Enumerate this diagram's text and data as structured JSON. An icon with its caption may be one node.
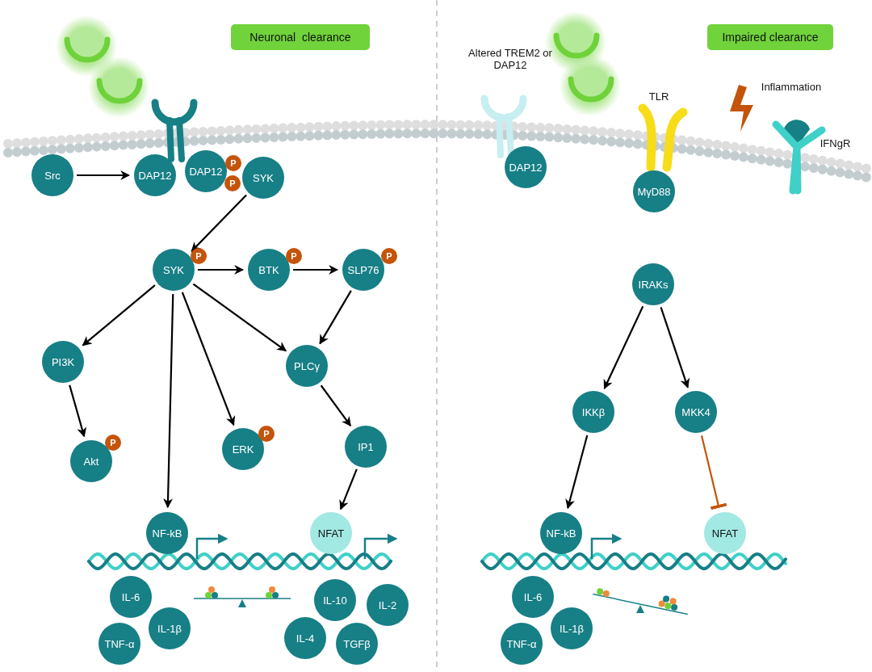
{
  "diagram": {
    "nodes": [
      {
        "text": [
          "Neuronal  clearance"
        ]
      },
      {
        "text": [
          "Src"
        ]
      },
      {
        "text": [
          "DAP12"
        ]
      },
      {
        "text": [
          "DAP12"
        ]
      },
      {
        "text": [
          "SYK"
        ]
      },
      {
        "text": [
          "SYK"
        ]
      },
      {
        "text": [
          "BTK"
        ]
      },
      {
        "text": [
          "SLP76"
        ]
      },
      {
        "text": [
          "PI3K"
        ]
      },
      {
        "text": [
          "PLCγ"
        ]
      },
      {
        "text": [
          "Akt"
        ]
      },
      {
        "text": [
          "ERK"
        ]
      },
      {
        "text": [
          "IP1"
        ]
      },
      {
        "text": [
          "NF-kB"
        ]
      },
      {
        "text": [
          "NFAT"
        ]
      },
      {
        "text": [
          "IL-6"
        ]
      },
      {
        "text": [
          "IL-1β"
        ]
      },
      {
        "text": [
          "TNF-α"
        ]
      },
      {
        "text": [
          "IL-10"
        ]
      },
      {
        "text": [
          "IL-2"
        ]
      },
      {
        "text": [
          "IL-4"
        ]
      },
      {
        "text": [
          "TGFβ"
        ]
      },
      {
        "text": [
          "Impaired clearance"
        ]
      },
      {
        "text": [
          "DAP12"
        ]
      },
      {
        "text": [
          "MγD88"
        ]
      },
      {
        "text": [
          "IRAKs"
        ]
      },
      {
        "text": [
          "IKKβ"
        ]
      },
      {
        "text": [
          "MKK4"
        ]
      },
      {
        "text": [
          "NF-kB"
        ]
      },
      {
        "text": [
          "NFAT"
        ]
      },
      {
        "text": [
          "IL-6"
        ]
      },
      {
        "text": [
          "IL-1β"
        ]
      },
      {
        "text": [
          "TNF-α"
        ]
      },
      {
        "text": [
          "P"
        ]
      },
      {
        "text": [
          "P"
        ]
      },
      {
        "text": [
          "P"
        ]
      },
      {
        "text": [
          "P"
        ]
      },
      {
        "text": [
          "P"
        ]
      },
      {
        "text": [
          "P"
        ]
      },
      {
        "text": [
          "P"
        ]
      }
    ],
    "edges": [
      {
        "from": 1,
        "to": 2,
        "arrow": "to"
      },
      {
        "from": 4,
        "to": 5,
        "arrow": "to"
      },
      {
        "from": 5,
        "to": 6,
        "arrow": "to"
      },
      {
        "from": 6,
        "to": 7,
        "arrow": "to"
      },
      {
        "from": 5,
        "to": 8,
        "arrow": "to"
      },
      {
        "from": 5,
        "to": 13,
        "arrow": "to"
      },
      {
        "from": 5,
        "to": 11,
        "arrow": "to"
      },
      {
        "from": 5,
        "to": 9,
        "arrow": "to"
      },
      {
        "from": 7,
        "to": 9,
        "arrow": "to"
      },
      {
        "from": 8,
        "to": 10,
        "arrow": "to"
      },
      {
        "from": 9,
        "to": 12,
        "arrow": "to"
      },
      {
        "from": 12,
        "to": 14,
        "arrow": "to"
      },
      {
        "from": 25,
        "to": 26,
        "arrow": "to"
      },
      {
        "from": 25,
        "to": 27,
        "arrow": "to"
      },
      {
        "from": 26,
        "to": 28,
        "arrow": "to"
      },
      {
        "from": 27,
        "to": 29,
        "arrow": "other",
        "color": "#c4540a"
      }
    ],
    "labels": [
      "Altered TREM2 or DAP12",
      "TLR",
      "Inflammation",
      "IFNgR"
    ]
  }
}
